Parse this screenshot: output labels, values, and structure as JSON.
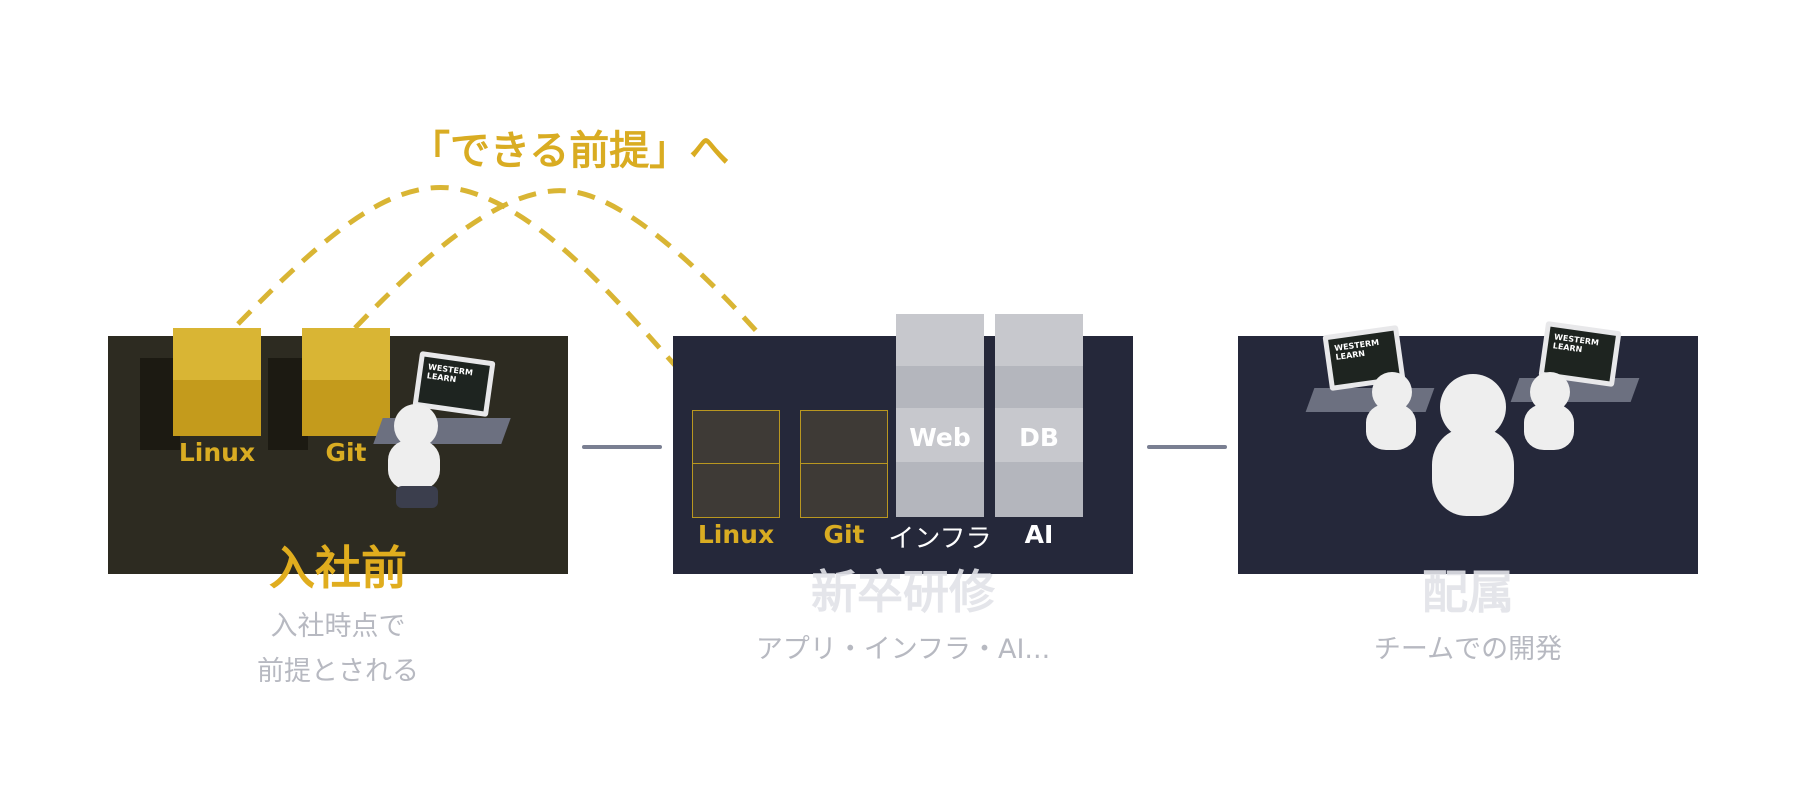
{
  "headline": "「できる前提」へ",
  "stages": [
    {
      "title": "入社前",
      "subtitle_lines": [
        "入社時点で",
        "前提とされる"
      ],
      "boxes": [
        "Linux",
        "Git"
      ],
      "laptop_brand": "WESTERM LEARN"
    },
    {
      "title": "新卒研修",
      "subtitle_lines": [
        "アプリ・インフラ・AI..."
      ],
      "ghost_boxes": [
        "Linux",
        "Git"
      ],
      "columns": [
        {
          "box_label": "Web",
          "footer": "インフラ"
        },
        {
          "box_label": "DB",
          "footer": "AI"
        }
      ]
    },
    {
      "title": "配属",
      "subtitle_lines": [
        "チームでの開発"
      ],
      "laptop_brand": "WESTERM LEARN"
    }
  ],
  "colors": {
    "accent_gold": "#d9ac22",
    "dark_panel_brown": "#2d2b21",
    "dark_panel_navy": "#25283a",
    "connector": "#7a7f92",
    "subtitle_gray": "#b7b9c1"
  }
}
